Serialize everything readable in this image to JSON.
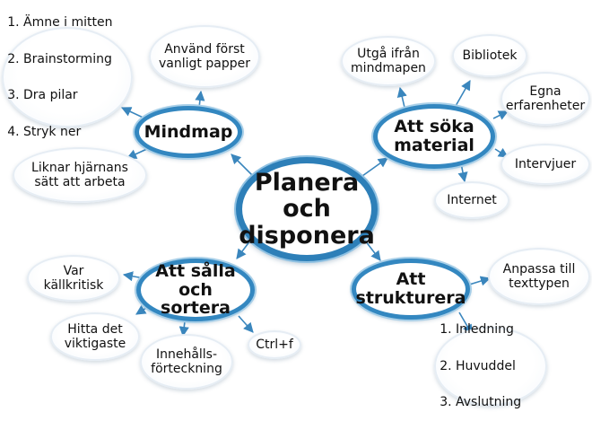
{
  "center": {
    "label": "Planera\noch\ndisponera"
  },
  "hubs": {
    "mindmap": "Mindmap",
    "search": "Att söka\nmaterial",
    "sort": "Att sålla\noch sortera",
    "structure": "Att\nstrukturera"
  },
  "mindmap_leaves": {
    "steps": [
      "Ämne i mitten",
      "Brainstorming",
      "Dra pilar",
      "Stryk ner"
    ],
    "paper": "Använd först\nvanligt papper",
    "brain": "Liknar hjärnans\nsätt att arbeta"
  },
  "search_leaves": {
    "mindmap": "Utgå ifrån\nmindmapen",
    "library": "Bibliotek",
    "own": "Egna\nerfarenheter",
    "interviews": "Intervjuer",
    "internet": "Internet"
  },
  "sort_leaves": {
    "critical": "Var\nkällkritisk",
    "important": "Hitta det\nviktigaste",
    "toc": "Innehålls-\nförteckning",
    "ctrlf": "Ctrl+f"
  },
  "structure_leaves": {
    "texttype": "Anpassa till\ntexttypen",
    "parts": [
      "Inledning",
      "Huvuddel",
      "Avslutning"
    ]
  },
  "colors": {
    "accent": "#2d7fb8",
    "arrow": "#3a86bd",
    "leaf_border": "#e6edf4"
  }
}
